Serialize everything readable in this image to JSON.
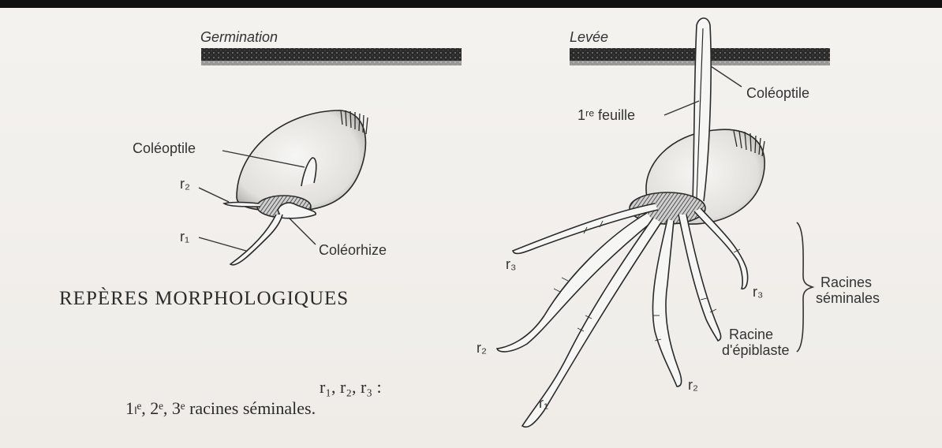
{
  "header": {
    "left_title": "Germination",
    "right_title": "Levée"
  },
  "left_labels": {
    "coleoptile": "Coléoptile",
    "r2": "r₂",
    "r1": "r₁",
    "coleorhize": "Coléorhize"
  },
  "right_labels": {
    "coleoptile": "Coléoptile",
    "first_leaf": "1ʳᵉ feuille",
    "r3_left": "r₃",
    "r2_left": "r₂",
    "r1": "r₁",
    "r2_right": "r₂",
    "r3_right": "r₃",
    "racine_epiblaste_1": "Racine",
    "racine_epiblaste_2": "d'épiblaste",
    "racines_seminales_1": "Racines",
    "racines_seminales_2": "séminales"
  },
  "title": "REPÈRES MORPHOLOGIQUES",
  "legend": {
    "line1": "r₁, r₂, r₃ :",
    "line2": "1ₗᵉ, 2ᵉ, 3ᵉ racines séminales."
  }
}
